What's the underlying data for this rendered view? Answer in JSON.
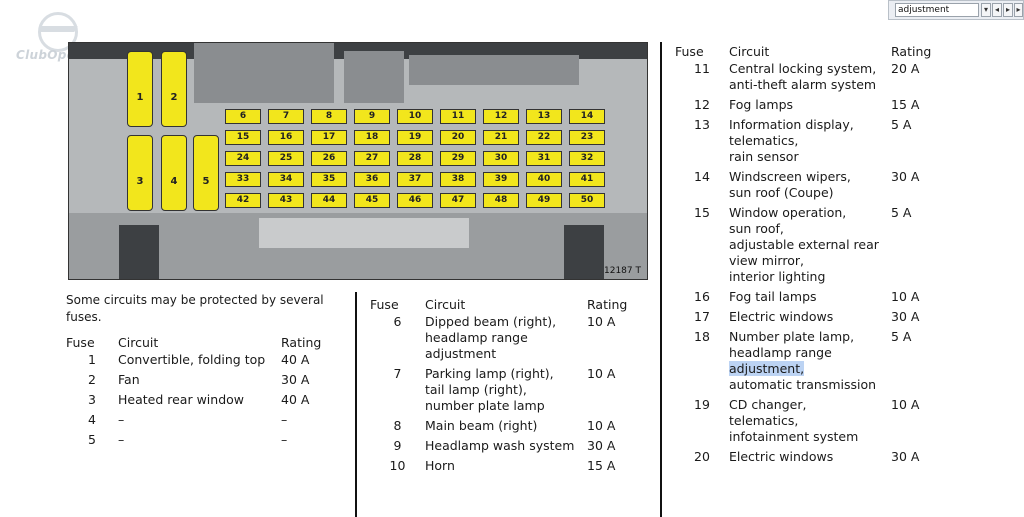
{
  "search": {
    "value": "adjustment"
  },
  "watermark": "ClubOpel.com",
  "figure": {
    "caption": "12187 T",
    "small_fuse_rows": [
      [
        "6",
        "7",
        "8",
        "9",
        "10",
        "11",
        "12",
        "13",
        "14"
      ],
      [
        "15",
        "16",
        "17",
        "18",
        "19",
        "20",
        "21",
        "22",
        "23"
      ],
      [
        "24",
        "25",
        "26",
        "27",
        "28",
        "29",
        "30",
        "31",
        "32"
      ],
      [
        "33",
        "34",
        "35",
        "36",
        "37",
        "38",
        "39",
        "40",
        "41"
      ],
      [
        "42",
        "43",
        "44",
        "45",
        "46",
        "47",
        "48",
        "49",
        "50"
      ]
    ],
    "big_fuses": [
      "1",
      "2",
      "3",
      "4",
      "5"
    ]
  },
  "note": "Some circuits may be protected by several fuses.",
  "table_headers": {
    "fuse": "Fuse",
    "circuit": "Circuit",
    "rating": "Rating"
  },
  "table1": [
    {
      "fuse": "1",
      "circuit": "Convertible, folding top",
      "rating": "40 A"
    },
    {
      "fuse": "2",
      "circuit": "Fan",
      "rating": "30 A"
    },
    {
      "fuse": "3",
      "circuit": "Heated rear window",
      "rating": "40 A"
    },
    {
      "fuse": "4",
      "circuit": "–",
      "rating": "–"
    },
    {
      "fuse": "5",
      "circuit": "–",
      "rating": "–"
    }
  ],
  "table2": [
    {
      "fuse": "6",
      "circuit": [
        "Dipped beam (right),",
        "headlamp range",
        "adjustment"
      ],
      "rating": "10 A"
    },
    {
      "fuse": "7",
      "circuit": [
        "Parking lamp (right),",
        "tail lamp (right),",
        "number plate lamp"
      ],
      "rating": "10 A"
    },
    {
      "fuse": "8",
      "circuit": [
        "Main beam (right)"
      ],
      "rating": "10 A"
    },
    {
      "fuse": "9",
      "circuit": [
        "Headlamp wash system"
      ],
      "rating": "30 A"
    },
    {
      "fuse": "10",
      "circuit": [
        "Horn"
      ],
      "rating": "15 A"
    }
  ],
  "table3": [
    {
      "fuse": "11",
      "circuit": [
        "Central locking system,",
        "anti-theft alarm system"
      ],
      "rating": "20 A"
    },
    {
      "fuse": "12",
      "circuit": [
        "Fog lamps"
      ],
      "rating": "15 A"
    },
    {
      "fuse": "13",
      "circuit": [
        "Information display,",
        "telematics,",
        "rain sensor"
      ],
      "rating": "5 A"
    },
    {
      "fuse": "14",
      "circuit": [
        "Windscreen wipers,",
        "sun roof (Coupe)"
      ],
      "rating": "30 A"
    },
    {
      "fuse": "15",
      "circuit": [
        "Window operation,",
        "sun roof,",
        "adjustable external rear",
        "view mirror,",
        "interior lighting"
      ],
      "rating": "5 A"
    },
    {
      "fuse": "16",
      "circuit": [
        "Fog tail lamps"
      ],
      "rating": "10 A"
    },
    {
      "fuse": "17",
      "circuit": [
        "Electric windows"
      ],
      "rating": "30 A"
    },
    {
      "fuse": "18",
      "circuit": [
        "Number plate lamp,",
        "headlamp range",
        "adjustment,",
        "automatic transmission"
      ],
      "rating": "5 A",
      "highlight_line": 2
    },
    {
      "fuse": "19",
      "circuit": [
        "CD changer,",
        "telematics,",
        "infotainment system"
      ],
      "rating": "10 A"
    },
    {
      "fuse": "20",
      "circuit": [
        "Electric windows"
      ],
      "rating": "30 A"
    }
  ]
}
